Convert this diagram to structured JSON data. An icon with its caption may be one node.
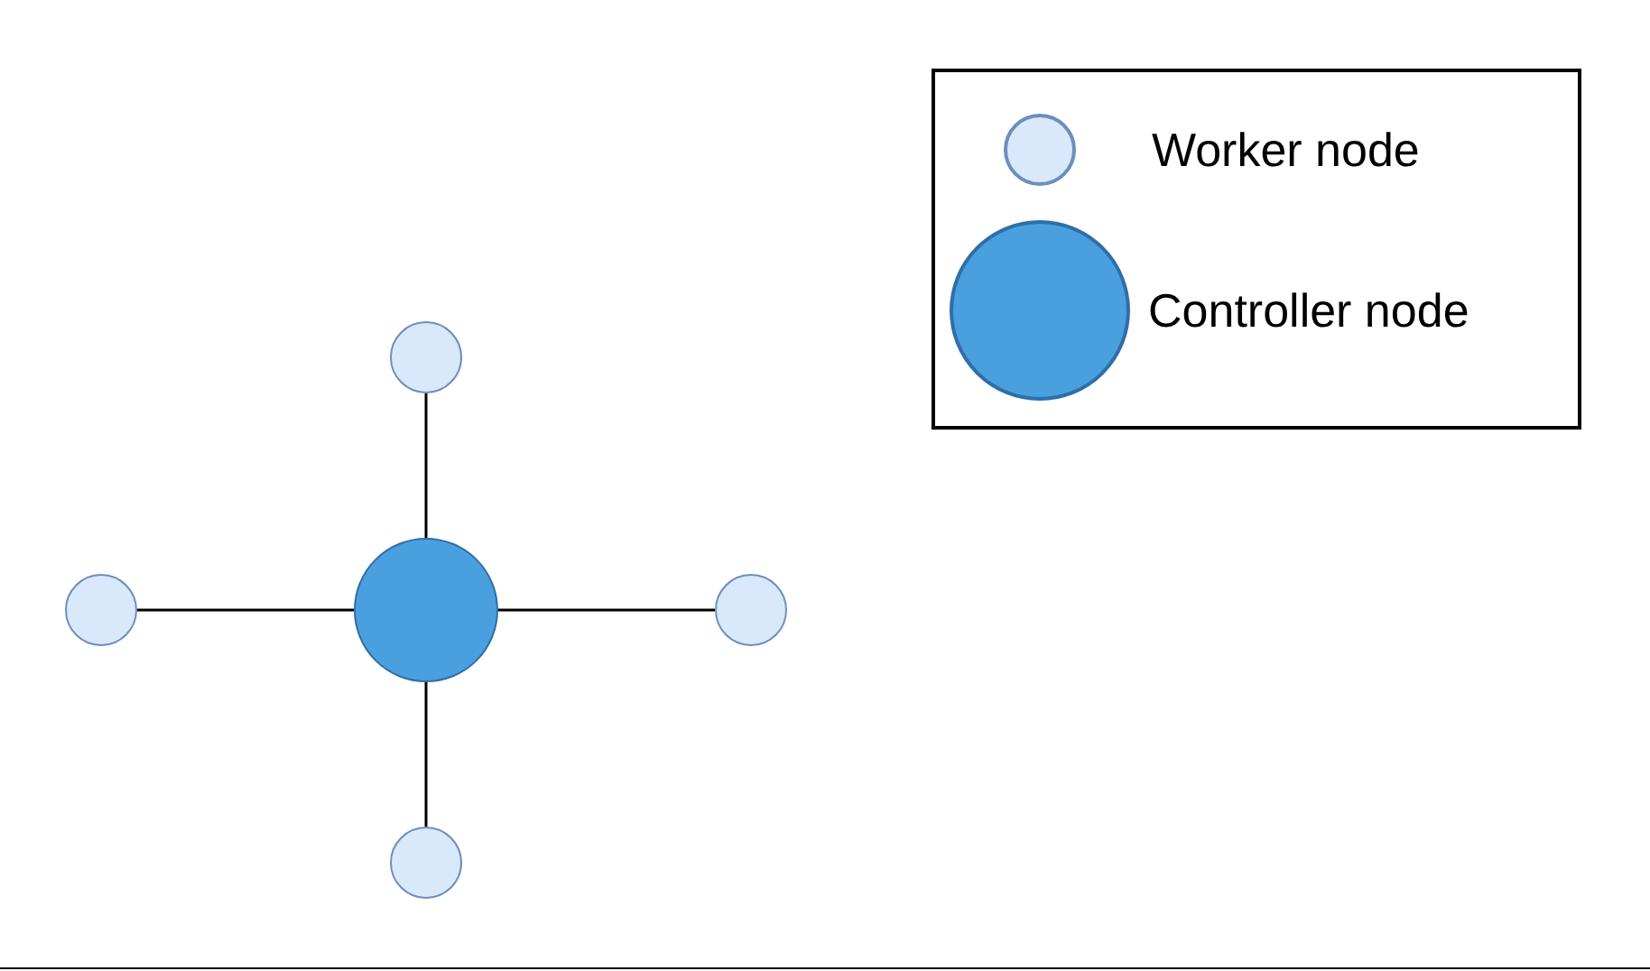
{
  "diagram": {
    "nodes": [
      {
        "text": [],
        "shape": "circle"
      },
      {
        "text": [],
        "shape": "circle"
      },
      {
        "text": [],
        "shape": "circle"
      },
      {
        "text": [],
        "shape": "circle"
      },
      {
        "text": [],
        "shape": "circle"
      }
    ],
    "edges": [
      {
        "from": 2,
        "to": 0,
        "arrow": "none"
      },
      {
        "from": 2,
        "to": 1,
        "arrow": "none"
      },
      {
        "from": 2,
        "to": 3,
        "arrow": "none"
      },
      {
        "from": 2,
        "to": 4,
        "arrow": "none"
      }
    ],
    "legend": [
      {
        "text": "Worker node",
        "color": "#dae8fc"
      },
      {
        "text": "Controller node",
        "color": "#4a9fdf"
      }
    ]
  }
}
